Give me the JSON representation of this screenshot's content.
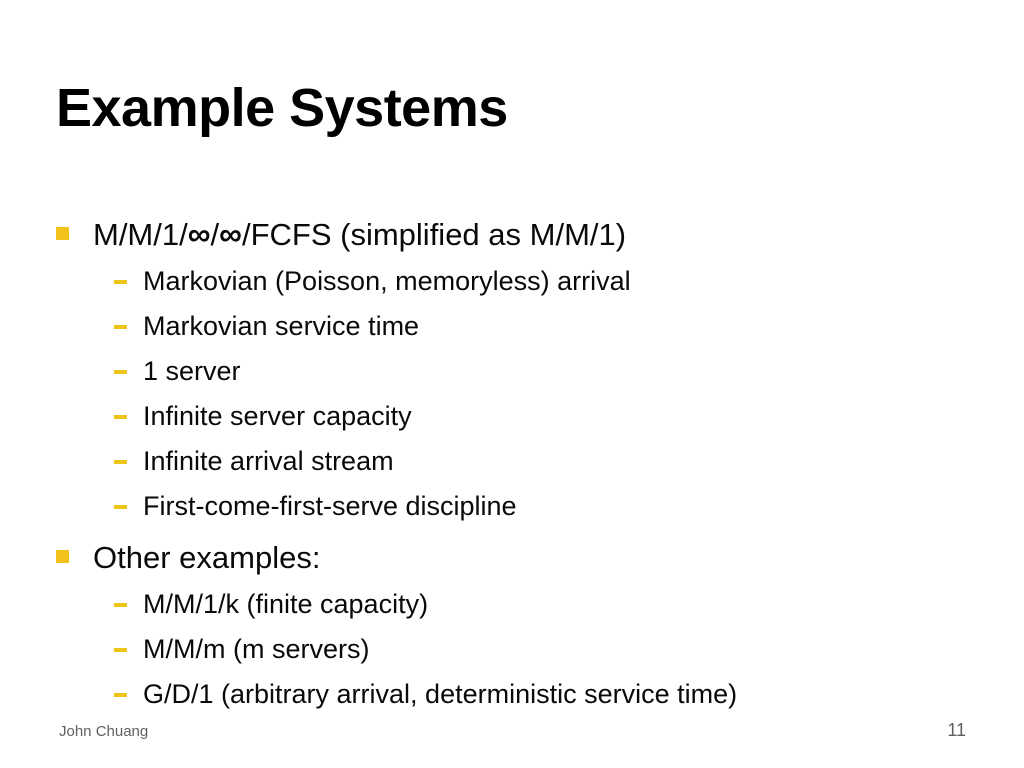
{
  "slide": {
    "title": "Example Systems",
    "background_color": "#FFFFFF",
    "text_color": "#000000",
    "bullet_color": "#F2C21A"
  },
  "content": {
    "bullets": [
      {
        "level": 1,
        "text_parts": {
          "before": "M/M/1/",
          "inf1": "∞",
          "mid": "/",
          "inf2": "∞",
          "after": "/FCFS (simplified as M/M/1)"
        },
        "full_text": "M/M/1/∞/∞/FCFS (simplified as M/M/1)"
      },
      {
        "level": 2,
        "text": "Markovian (Poisson, memoryless) arrival"
      },
      {
        "level": 2,
        "text": "Markovian service time"
      },
      {
        "level": 2,
        "text": "1 server"
      },
      {
        "level": 2,
        "text": "Infinite server capacity"
      },
      {
        "level": 2,
        "text": "Infinite arrival stream"
      },
      {
        "level": 2,
        "text": "First-come-first-serve discipline"
      },
      {
        "level": 1,
        "text": "Other examples:"
      },
      {
        "level": 2,
        "text": "M/M/1/k (finite capacity)"
      },
      {
        "level": 2,
        "text": "M/M/m (m servers)"
      },
      {
        "level": 2,
        "text": "G/D/1 (arbitrary arrival, deterministic service time)"
      }
    ]
  },
  "footer": {
    "author": "John Chuang",
    "page_number": "11"
  }
}
